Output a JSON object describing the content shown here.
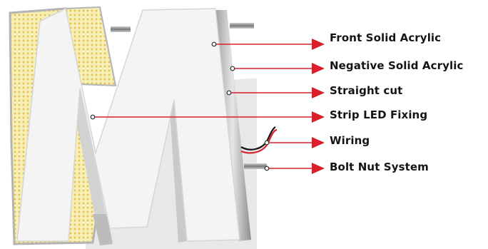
{
  "diagram": {
    "labels": [
      "Front Solid Acrylic",
      "Negative Solid Acrylic",
      "Straight cut",
      "Strip LED Fixing",
      "Wiring",
      "Bolt Nut System"
    ]
  },
  "colors": {
    "leader_line": "#d9202a",
    "led_panel": "#f6efb6",
    "led_dot": "#e6c45a",
    "acrylic_face": "#f4f4f4",
    "side_metal": "#b8b8b8",
    "backdrop_arc": "#e8e8e8"
  },
  "icons": [
    "bolt-icon",
    "wire-icon",
    "arrow-right-icon"
  ]
}
